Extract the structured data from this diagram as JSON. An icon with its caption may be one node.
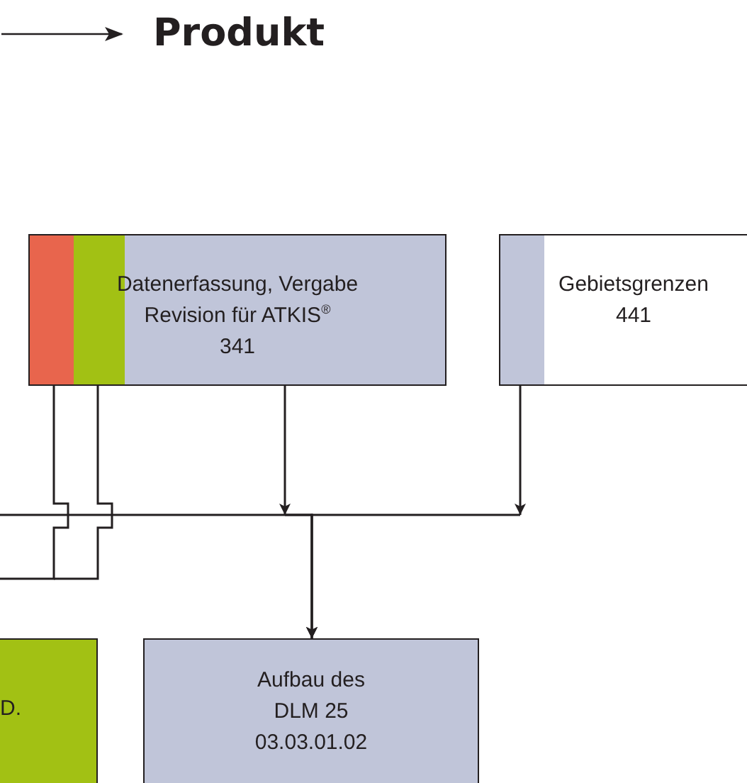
{
  "diagram": {
    "nodes": [
      {
        "text": [
          "Datenerfassung, Vergabe Revision für ATKIS$^{®}$",
          "341"
        ]
      },
      {
        "text": [
          "Gebietsgrenzen",
          "441"
        ]
      },
      {
        "text": [
          "D."
        ]
      },
      {
        "text": [
          "Aufbau des DLM 25",
          "03.03.01.02"
        ]
      }
    ],
    "edges": [
      {
        "from": 0,
        "to": 3,
        "arrow": "to"
      },
      {
        "from": 1,
        "to": 3,
        "arrow": "to"
      },
      {
        "from": null,
        "to": 3,
        "arrow": "to"
      },
      {
        "from": 0,
        "to": null,
        "arrow": "none"
      },
      {
        "from": 0,
        "to": null,
        "arrow": "none"
      }
    ],
    "legend": [
      {
        "text": "Produkt"
      }
    ]
  }
}
